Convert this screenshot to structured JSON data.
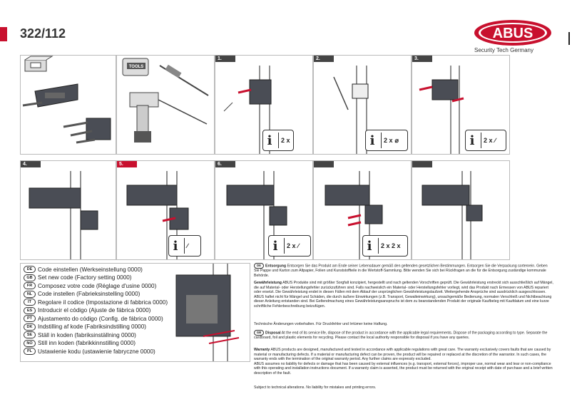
{
  "header": {
    "model": "322/112",
    "brand": "ABUS",
    "tagline": "Security Tech Germany"
  },
  "panels": {
    "p1": "1.",
    "p2": "2.",
    "p3": "3.",
    "p4": "4.",
    "p5": "5.",
    "p6": "6.",
    "tools": "TOOLS",
    "info_2x": "2 x",
    "info_2x2x": "2 x 2 x"
  },
  "languages": [
    {
      "code": "DE",
      "text": "Code einstellen (Werkseinstellung 0000)"
    },
    {
      "code": "GB",
      "text": "Set new code (Factory setting 0000)"
    },
    {
      "code": "FR",
      "text": "Composez votre code (Réglage d'usine 0000)"
    },
    {
      "code": "NL",
      "text": "Code instellen (Fabrieksinstelling 0000)"
    },
    {
      "code": "IT",
      "text": "Regolare il codice (Impostazione di fabbrica 0000)"
    },
    {
      "code": "ES",
      "text": "Introducir el código (Ajuste de fábrica 0000)"
    },
    {
      "code": "PT",
      "text": "Ajustamento do código (Config. de fábrica 0000)"
    },
    {
      "code": "DK",
      "text": "Indstilling af kode (Fabriksindstilling 0000)"
    },
    {
      "code": "SE",
      "text": "Ställ in koden (fabriksinställning 0000)"
    },
    {
      "code": "NO",
      "text": "Still inn koden (fabrikkinnstilling 0000)"
    },
    {
      "code": "PL",
      "text": "Ustawienie kodu (ustawienie fabryczne 0000)"
    }
  ],
  "legal": {
    "de_code": "DE",
    "de_title": "Entsorgung",
    "de_p1": "Entsorgen Sie das Produkt am Ende seiner Lebensdauer gemäß den geltenden gesetzlichen Bestimmungen. Entsorgen Sie die Verpackung sortenrein. Geben Sie Pappe und Karton zum Altpapier, Folien und Kunststoffteile in die Wertstoff-Sammlung. Bitte wenden Sie sich bei Rückfragen an die für die Entsorgung zuständige kommunale Behörde.",
    "de_w_title": "Gewährleistung",
    "de_w": "ABUS Produkte sind mit größter Sorgfalt konzipiert, hergestellt und nach geltenden Vorschriften geprüft. Die Gewährleistung erstreckt sich ausschließlich auf Mängel, die auf Material- oder Herstellungsfehler zurückzuführen sind. Falls nachweislich ein Material- oder Herstellungsfehler vorliegt, wird das Produkt nach Ermessen von ABUS repariert oder ersetzt. Die Gewährleistung endet in diesen Fällen mit dem Ablauf der ursprünglichen Gewährleistungslaufzeit. Weitergehende Ansprüche sind ausdrücklich ausgeschlossen.",
    "de_w2": "ABUS haftet nicht für Mängel und Schäden, die durch äußere Einwirkungen (z.B. Transport, Gewalteinwirkung), unsachgemäße Bedienung, normalen Verschleiß und Nichtbeachtung dieser Anleitung entstanden sind. Bei Geltendmachung eines Gewährleistungsanspruchs ist dem zu beanstandenden Produkt der originale Kaufbeleg mit Kaufdatum und eine kurze schriftliche Fehlerbeschreibung beizufügen.",
    "de_note": "Technische Änderungen vorbehalten. Für Druckfehler und Irrtümer keine Haftung.",
    "gb_code": "GB",
    "gb_title": "Disposal",
    "gb_p1": "At the end of its service life, dispose of the product in accordance with the applicable legal requirements. Dispose of the packaging according to type. Separate the cardboard, foil and plastic elements for recycling. Please contact the local authority responsible for disposal if you have any queries.",
    "gb_w_title": "Warranty",
    "gb_w": "ABUS products are designed, manufactured and tested in accordance with applicable regulations with great care. The warranty exclusively covers faults that are caused by material or manufacturing defects. If a material or manufacturing defect can be proven, the product will be repaired or replaced at the discretion of the warrantor. In such cases, the warranty ends with the termination of the original warranty period. Any further claims are expressly excluded.",
    "gb_w2": "ABUS assumes no liability for defects or damage that has been caused by external influences (e.g. transport, external forces), improper use, normal wear and tear or non-compliance with this operating and installation instructions document. If a warranty claim is asserted, the product must be returned with the original receipt with date of purchase and a brief written description of the fault.",
    "gb_note": "Subject to technical alterations. No liability for mistakes and printing errors."
  }
}
